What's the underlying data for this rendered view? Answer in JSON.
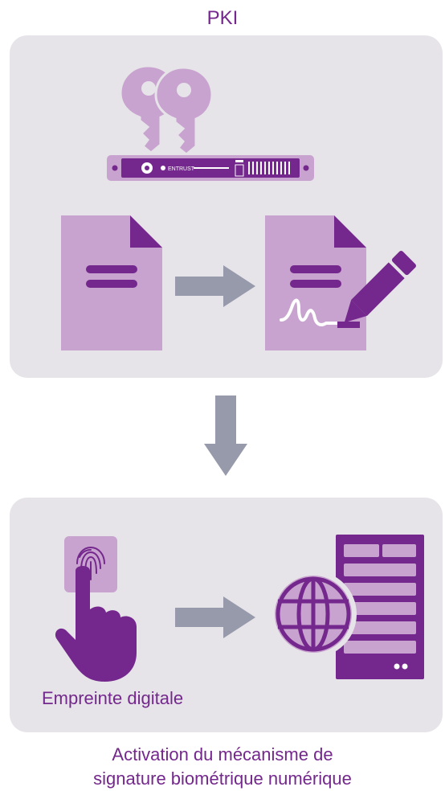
{
  "diagram": {
    "top_label": "PKI",
    "hsm_brand": "ENTRUST",
    "fingerprint_label": "Empreinte digitale",
    "bottom_caption_line1": "Activation du mécanisme de",
    "bottom_caption_line2": "signature biométrique numérique"
  },
  "colors": {
    "brand_purple": "#74278c",
    "light_purple": "#c9a3cf",
    "panel_gray": "#e6e4e9",
    "arrow_gray": "#969aab"
  },
  "icons": [
    "key-icon",
    "hsm-device-icon",
    "document-icon",
    "signed-document-icon",
    "pen-icon",
    "fingerprint-icon",
    "pointing-hand-icon",
    "globe-icon",
    "server-icon",
    "arrow-right-icon",
    "arrow-down-icon"
  ]
}
